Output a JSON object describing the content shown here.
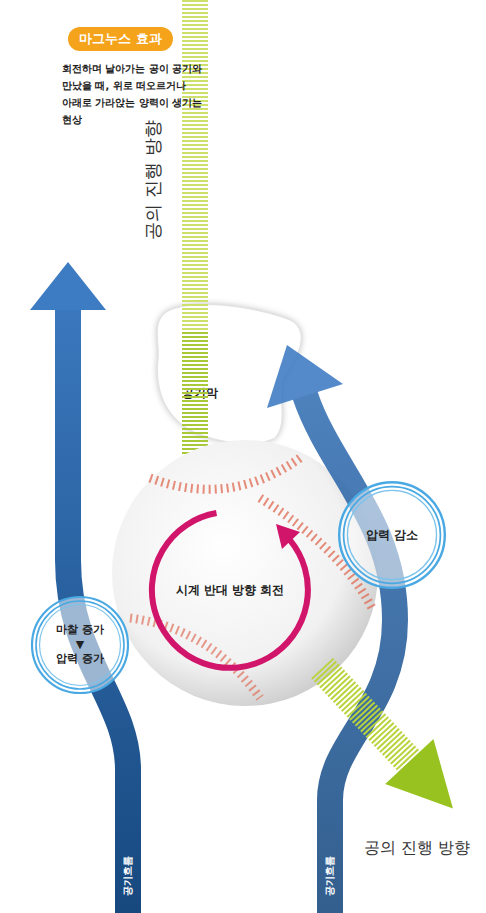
{
  "diagram": {
    "title": "마그누스 효과",
    "nodes": [
      {
        "text": [
          "공기막"
        ]
      },
      {
        "text": [
          "압력 감소"
        ]
      },
      {
        "text": [
          "마찰 증가",
          "▼",
          "압력 증가"
        ]
      },
      {
        "text": [
          "시계 반대 방향 회전"
        ]
      }
    ],
    "labels": [
      "회전하며 날아가는 공이 공기와 만났을 때, 위로 떠오르거나 아래로 가라앉는 양력이 생기는 현상",
      "공의 진행 방향",
      "공의 진행 방향",
      "공기흐름",
      "공기흐름"
    ]
  }
}
